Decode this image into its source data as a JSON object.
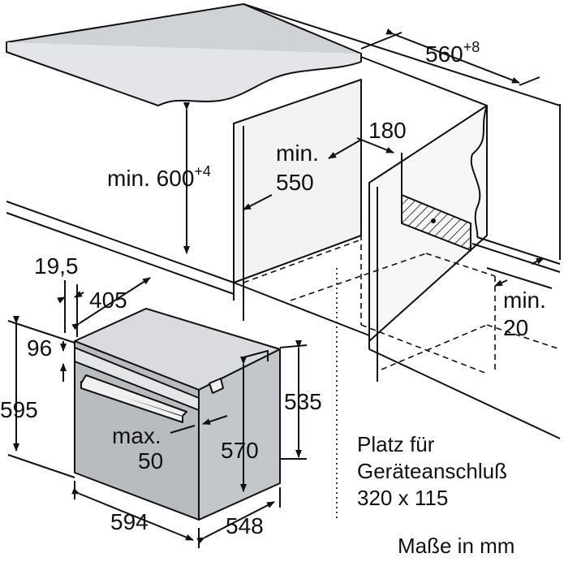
{
  "dimensions": {
    "width_560": "560",
    "width_560_sup": "+8",
    "d_180": "180",
    "min_550_a": "min.",
    "min_550_b": "550",
    "min_600": "min. 600",
    "min_600_sup": "+4",
    "min_20_a": "min.",
    "min_20_b": "20",
    "d_19_5": "19,5",
    "d_405": "405",
    "d_96": "96",
    "d_595": "595",
    "max_50_a": "max.",
    "max_50_b": "50",
    "d_570": "570",
    "d_535": "535",
    "d_594": "594",
    "d_548": "548"
  },
  "connection_note": {
    "line1": "Platz für",
    "line2": "Geräteanschluß",
    "line3": "320 x 115"
  },
  "units_note": "Maße in mm"
}
